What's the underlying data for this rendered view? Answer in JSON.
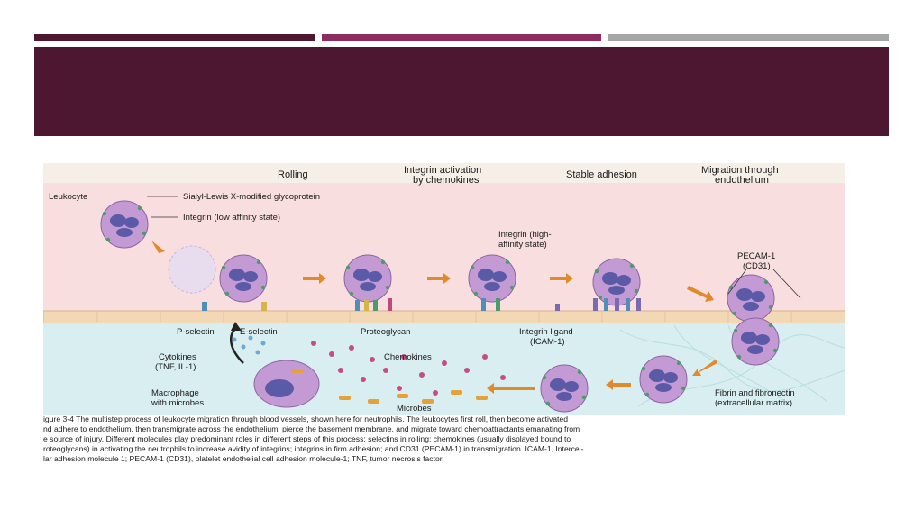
{
  "colors": {
    "bar1": "#4d1732",
    "bar2": "#8e2c62",
    "bar3": "#a6a6a6",
    "title_band": "#4d1732",
    "plasma": "#f8dede",
    "tissue": "#d8eef0",
    "endothelium": "#f3d8b5",
    "cell": "#c49ad4",
    "nucleus": "#5b5aa7"
  },
  "figure": {
    "stages": [
      "Rolling",
      "Integrin activation",
      "by chemokines",
      "Stable adhesion",
      "Migration through",
      "endothelium"
    ],
    "labels": {
      "leukocyte": "Leukocyte",
      "sialyl": "Sialyl-Lewis X-modified glycoprotein",
      "integrin_low": "Integrin (low affinity state)",
      "integrin_high_1": "Integrin (high-",
      "integrin_high_2": "affinity state)",
      "pecam_1": "PECAM-1",
      "pecam_2": "(CD31)",
      "p_selectin": "P-selectin",
      "e_selectin": "E-selectin",
      "proteoglycan": "Proteoglycan",
      "integrin_ligand_1": "Integrin ligand",
      "integrin_ligand_2": "(ICAM-1)",
      "cytokines_1": "Cytokines",
      "cytokines_2": "(TNF, IL-1)",
      "chemokines": "Chemokines",
      "macrophage_1": "Macrophage",
      "macrophage_2": "with microbes",
      "microbes": "Microbes",
      "fibrin_1": "Fibrin and fibronectin",
      "fibrin_2": "(extracellular matrix)"
    }
  },
  "caption": {
    "line1": "igure 3-4 The multistep process of leukocyte migration through blood vessels, shown here for neutrophils. The leukocytes first roll, then become activated",
    "line2": "nd adhere to endothelium, then transmigrate across the endothelium, pierce the basement membrane, and migrate toward chemoattractants emanating from",
    "line3": "e source of injury. Different molecules play predominant roles in different steps of this process: selectins in rolling; chemokines (usually displayed bound to",
    "line4": "roteoglycans) in activating the neutrophils to increase avidity of integrins; integrins in firm adhesion; and CD31 (PECAM-1) in transmigration. ICAM-1, Intercel-",
    "line5": "lar adhesion molecule 1; PECAM-1 (CD31), platelet endothelial cell adhesion molecule-1; TNF, tumor necrosis factor."
  }
}
